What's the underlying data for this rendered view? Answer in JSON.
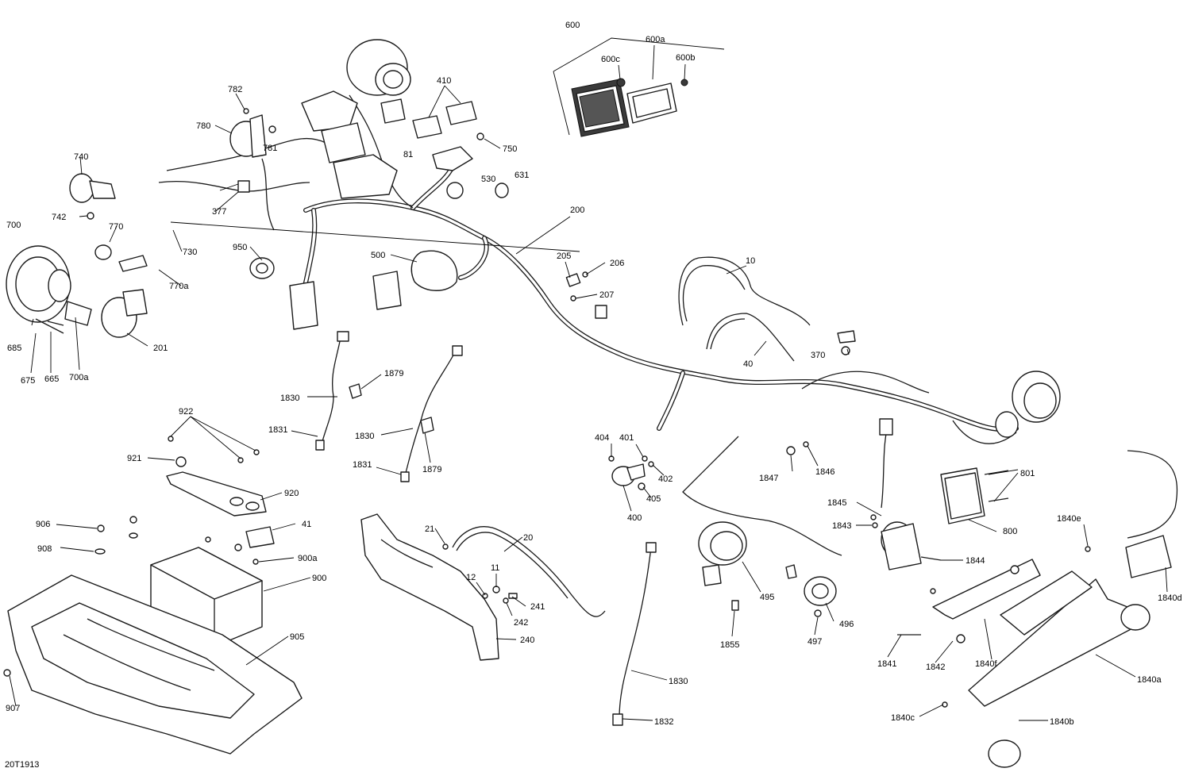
{
  "figure_id": "20T1913",
  "callouts": [
    {
      "id": "c600",
      "text": "600"
    },
    {
      "id": "c600a",
      "text": "600a"
    },
    {
      "id": "c600b",
      "text": "600b"
    },
    {
      "id": "c600c",
      "text": "600c"
    },
    {
      "id": "c410",
      "text": "410"
    },
    {
      "id": "c782",
      "text": "782"
    },
    {
      "id": "c780",
      "text": "780"
    },
    {
      "id": "c781",
      "text": "781"
    },
    {
      "id": "c750",
      "text": "750"
    },
    {
      "id": "c81",
      "text": "81"
    },
    {
      "id": "c530",
      "text": "530"
    },
    {
      "id": "c631",
      "text": "631"
    },
    {
      "id": "c740",
      "text": "740"
    },
    {
      "id": "c377",
      "text": "377"
    },
    {
      "id": "c742",
      "text": "742"
    },
    {
      "id": "c770",
      "text": "770"
    },
    {
      "id": "c730",
      "text": "730"
    },
    {
      "id": "c700",
      "text": "700"
    },
    {
      "id": "c770a",
      "text": "770a"
    },
    {
      "id": "c950",
      "text": "950"
    },
    {
      "id": "c500",
      "text": "500"
    },
    {
      "id": "c200",
      "text": "200"
    },
    {
      "id": "c205",
      "text": "205"
    },
    {
      "id": "c206",
      "text": "206"
    },
    {
      "id": "c207",
      "text": "207"
    },
    {
      "id": "c10",
      "text": "10"
    },
    {
      "id": "c201",
      "text": "201"
    },
    {
      "id": "c685",
      "text": "685"
    },
    {
      "id": "c675",
      "text": "675"
    },
    {
      "id": "c665",
      "text": "665"
    },
    {
      "id": "c700a",
      "text": "700a"
    },
    {
      "id": "c370",
      "text": "370"
    },
    {
      "id": "c40",
      "text": "40"
    },
    {
      "id": "c1879a",
      "text": "1879"
    },
    {
      "id": "c1830a",
      "text": "1830"
    },
    {
      "id": "c922",
      "text": "922"
    },
    {
      "id": "c1831a",
      "text": "1831"
    },
    {
      "id": "c1830b",
      "text": "1830"
    },
    {
      "id": "c921",
      "text": "921"
    },
    {
      "id": "c1831b",
      "text": "1831"
    },
    {
      "id": "c1879b",
      "text": "1879"
    },
    {
      "id": "c404",
      "text": "404"
    },
    {
      "id": "c401",
      "text": "401"
    },
    {
      "id": "c402",
      "text": "402"
    },
    {
      "id": "c1847",
      "text": "1847"
    },
    {
      "id": "c1846",
      "text": "1846"
    },
    {
      "id": "c801",
      "text": "801"
    },
    {
      "id": "c920",
      "text": "920"
    },
    {
      "id": "c405",
      "text": "405"
    },
    {
      "id": "c1845",
      "text": "1845"
    },
    {
      "id": "c400",
      "text": "400"
    },
    {
      "id": "c906",
      "text": "906"
    },
    {
      "id": "c41",
      "text": "41"
    },
    {
      "id": "c1843",
      "text": "1843"
    },
    {
      "id": "c800",
      "text": "800"
    },
    {
      "id": "c1840e",
      "text": "1840e"
    },
    {
      "id": "c21",
      "text": "21"
    },
    {
      "id": "c20",
      "text": "20"
    },
    {
      "id": "c908",
      "text": "908"
    },
    {
      "id": "c900a",
      "text": "900a"
    },
    {
      "id": "c1844",
      "text": "1844"
    },
    {
      "id": "c11",
      "text": "11"
    },
    {
      "id": "c12",
      "text": "12"
    },
    {
      "id": "c900",
      "text": "900"
    },
    {
      "id": "c1840d",
      "text": "1840d"
    },
    {
      "id": "c495",
      "text": "495"
    },
    {
      "id": "c241",
      "text": "241"
    },
    {
      "id": "c242",
      "text": "242"
    },
    {
      "id": "c496",
      "text": "496"
    },
    {
      "id": "c1855",
      "text": "1855"
    },
    {
      "id": "c497",
      "text": "497"
    },
    {
      "id": "c905",
      "text": "905"
    },
    {
      "id": "c240",
      "text": "240"
    },
    {
      "id": "c1841",
      "text": "1841"
    },
    {
      "id": "c1842",
      "text": "1842"
    },
    {
      "id": "c1840f",
      "text": "1840f"
    },
    {
      "id": "c1840a",
      "text": "1840a"
    },
    {
      "id": "c1830c",
      "text": "1830"
    },
    {
      "id": "c907",
      "text": "907"
    },
    {
      "id": "c1840c",
      "text": "1840c"
    },
    {
      "id": "c1832",
      "text": "1832"
    },
    {
      "id": "c1840b",
      "text": "1840b"
    }
  ]
}
